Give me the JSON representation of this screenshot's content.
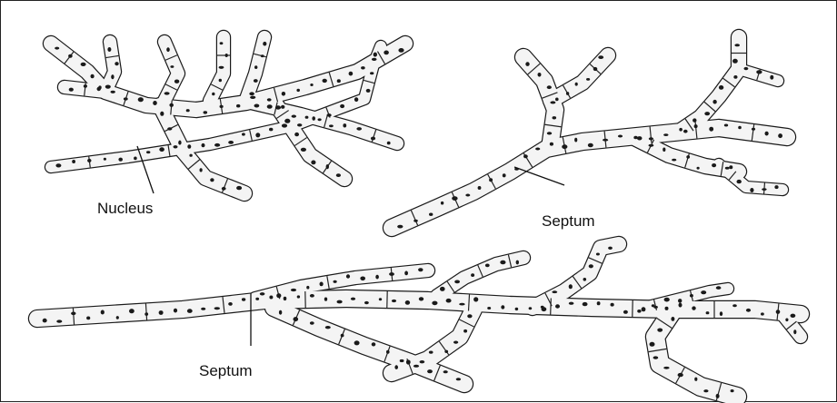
{
  "labels": {
    "nucleus": "Nucleus",
    "septum_upper": "Septum",
    "septum_lower": "Septum"
  }
}
